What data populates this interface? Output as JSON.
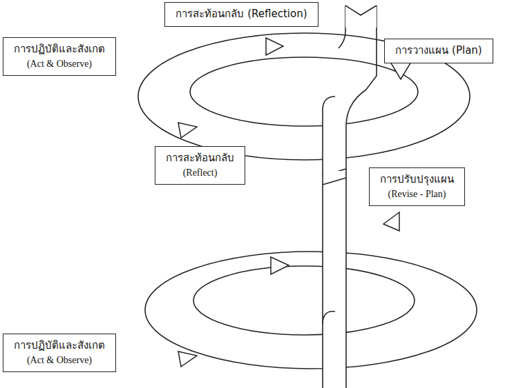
{
  "diagram": {
    "nodes": [
      {
        "text": [
          "การสะท้อนกลับ (Reflection)"
        ]
      },
      {
        "text": [
          "การปฏิบัติและสังเกต (Act & Observe)"
        ]
      },
      {
        "text": [
          "การวางแผน (Plan)"
        ]
      },
      {
        "text": [
          "การสะท้อนกลับ (Reflect)"
        ]
      },
      {
        "text": [
          "การปรับปรุงแผน (Revise - Plan)"
        ]
      },
      {
        "text": [
          "การปฏิบัติและสังเกต (Act & Observe)"
        ]
      }
    ]
  }
}
